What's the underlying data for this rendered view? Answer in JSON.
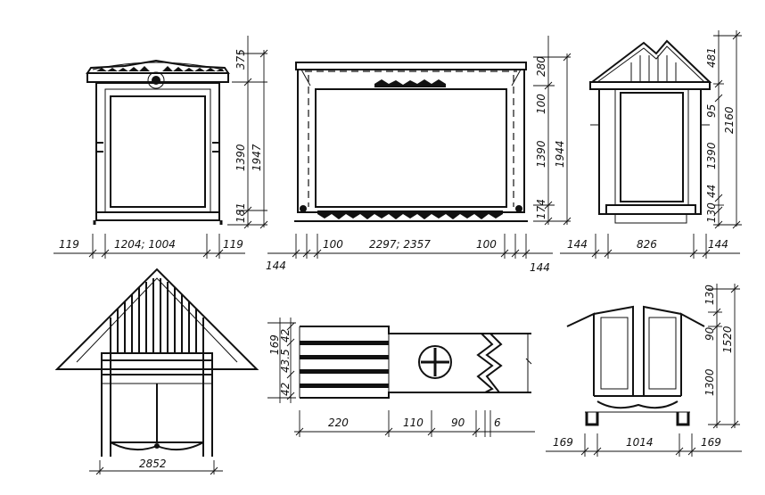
{
  "drawings": {
    "window_a": {
      "width_dims": [
        "119",
        "1204; 1004",
        "119"
      ],
      "height_dims": [
        "375",
        "1390",
        "181",
        "1947"
      ]
    },
    "window_b": {
      "width_dims": [
        "100",
        "2297; 2357",
        "100",
        "144",
        "144"
      ],
      "height_dims": [
        "280",
        "100",
        "1390",
        "174",
        "1944"
      ]
    },
    "window_c": {
      "width_dims": [
        "144",
        "826",
        "144"
      ],
      "height_dims": [
        "481",
        "95",
        "1390",
        "44",
        "130",
        "2160"
      ]
    },
    "gable": {
      "width_dims": [
        "2852"
      ]
    },
    "board_detail": {
      "width_dims": [
        "220",
        "110",
        "90",
        "6"
      ],
      "height_dims": [
        "169",
        "42",
        "43.5",
        "42"
      ]
    },
    "window_d": {
      "width_dims": [
        "169",
        "1014",
        "169"
      ],
      "height_dims": [
        "130",
        "90",
        "1300",
        "1520"
      ]
    }
  }
}
